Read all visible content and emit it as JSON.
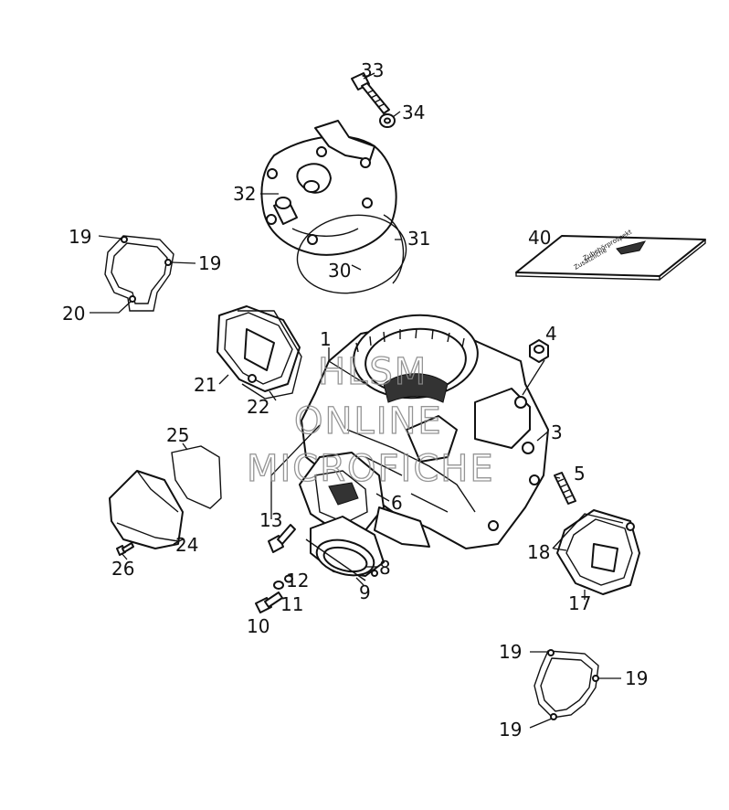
{
  "callouts": {
    "c1": "1",
    "c3": "3",
    "c4": "4",
    "c5": "5",
    "c6": "6",
    "c8": "8",
    "c9": "9",
    "c10": "10",
    "c11": "11",
    "c12": "12",
    "c13": "13",
    "c17": "17",
    "c18": "18",
    "c19a": "19",
    "c19b": "19",
    "c19c": "19",
    "c19d": "19",
    "c19e": "19",
    "c20": "20",
    "c21": "21",
    "c22": "22",
    "c24": "24",
    "c25": "25",
    "c26": "26",
    "c30": "30",
    "c31": "31",
    "c32": "32",
    "c33": "33",
    "c34": "34",
    "c40": "40"
  },
  "watermark": {
    "line1": "HLSM",
    "line2": "ONLINE",
    "line3": "MICROFICHE"
  },
  "manual_cover": {
    "line1": "Zubehörprospekt",
    "line2": "Zusätzliche"
  }
}
